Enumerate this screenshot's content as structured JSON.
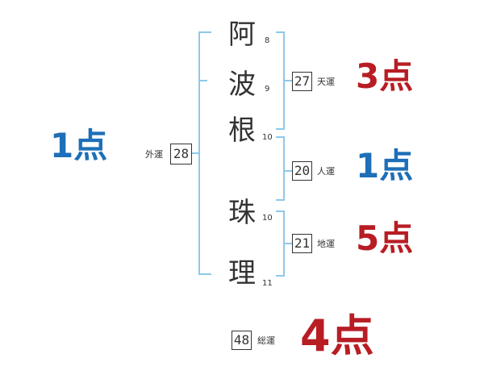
{
  "colors": {
    "bracket": "#8ec8e8",
    "good": "#1d6fb8",
    "bad": "#b81d24",
    "text": "#333333"
  },
  "name": {
    "chars": [
      {
        "char": "阿",
        "strokes": "8"
      },
      {
        "char": "波",
        "strokes": "9"
      },
      {
        "char": "根",
        "strokes": "10"
      },
      {
        "char": "珠",
        "strokes": "10"
      },
      {
        "char": "理",
        "strokes": "11"
      }
    ]
  },
  "fortunes": {
    "gaikaku": {
      "label": "外運",
      "value": "28",
      "score": "1点"
    },
    "tenkaku": {
      "label": "天運",
      "value": "27",
      "score": "3点"
    },
    "jinkaku": {
      "label": "人運",
      "value": "20",
      "score": "1点"
    },
    "chikaku": {
      "label": "地運",
      "value": "21",
      "score": "5点"
    },
    "soukaku": {
      "label": "総運",
      "value": "48",
      "score": "4点"
    }
  }
}
